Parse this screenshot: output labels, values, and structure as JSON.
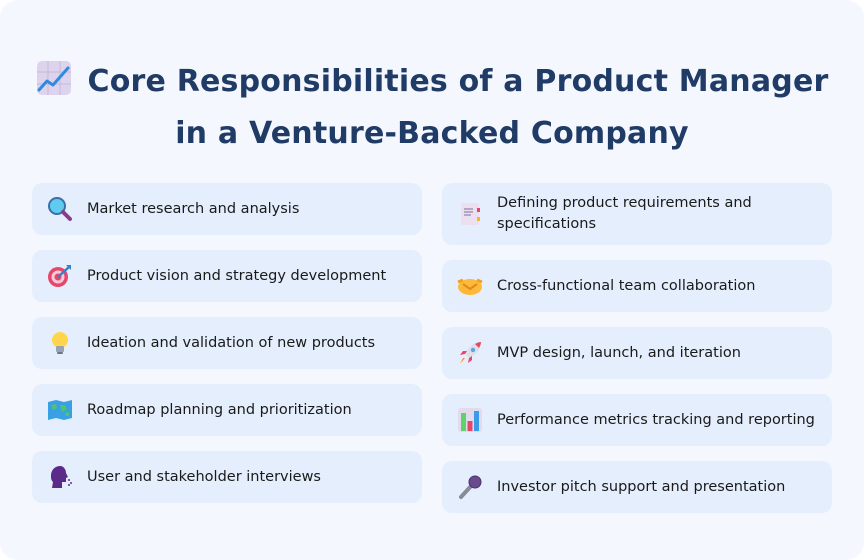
{
  "header": {
    "title_line1": "Core Responsibilities of a Product Manager",
    "title_line2": "in a Venture-Backed Company",
    "icon": "chart-increasing-icon"
  },
  "left_column": [
    {
      "label": "Market research and analysis",
      "icon": "magnifying-glass-icon"
    },
    {
      "label": "Product vision and strategy development",
      "icon": "target-dart-icon"
    },
    {
      "label": "Ideation and validation of new products",
      "icon": "light-bulb-icon"
    },
    {
      "label": "Roadmap planning and prioritization",
      "icon": "world-map-icon"
    },
    {
      "label": "User and stakeholder interviews",
      "icon": "speaking-head-icon"
    }
  ],
  "right_column": [
    {
      "label": "Defining product requirements and specifications",
      "icon": "document-icon"
    },
    {
      "label": "Cross-functional team collaboration",
      "icon": "handshake-icon"
    },
    {
      "label": "MVP design, launch, and iteration",
      "icon": "rocket-icon"
    },
    {
      "label": "Performance metrics tracking and reporting",
      "icon": "bar-chart-icon"
    },
    {
      "label": "Investor pitch support and presentation",
      "icon": "microphone-icon"
    }
  ],
  "colors": {
    "background": "#f4f8fe",
    "card": "#e5eefd",
    "title": "#1f3b66",
    "text": "#1a1a1a"
  }
}
